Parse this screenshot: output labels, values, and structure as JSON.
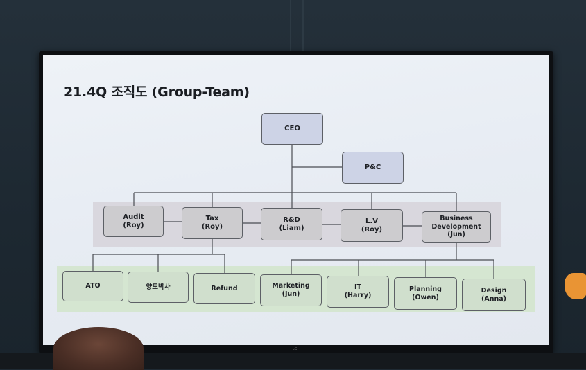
{
  "slide": {
    "title": "21.4Q 조직도 (Group-Team)"
  },
  "org": {
    "ceo": "CEO",
    "pc": "P&C",
    "groups": [
      "Audit\n(Roy)",
      "Tax\n(Roy)",
      "R&D\n(Liam)",
      "L.V\n(Roy)",
      "Business\nDevelopment\n(Jun)"
    ],
    "teams": [
      "ATO",
      "양도박사",
      "Refund",
      "Marketing\n(Jun)",
      "IT\n(Harry)",
      "Planning\n(Owen)",
      "Design\n(Anna)"
    ]
  },
  "tv_brand": "LG",
  "colors": {
    "top_box": "#cdd3e6",
    "group_box": "#cdcccf",
    "team_box": "#d0dfcd",
    "group_band": "#d9d7de",
    "team_band": "#d5e6d1"
  }
}
